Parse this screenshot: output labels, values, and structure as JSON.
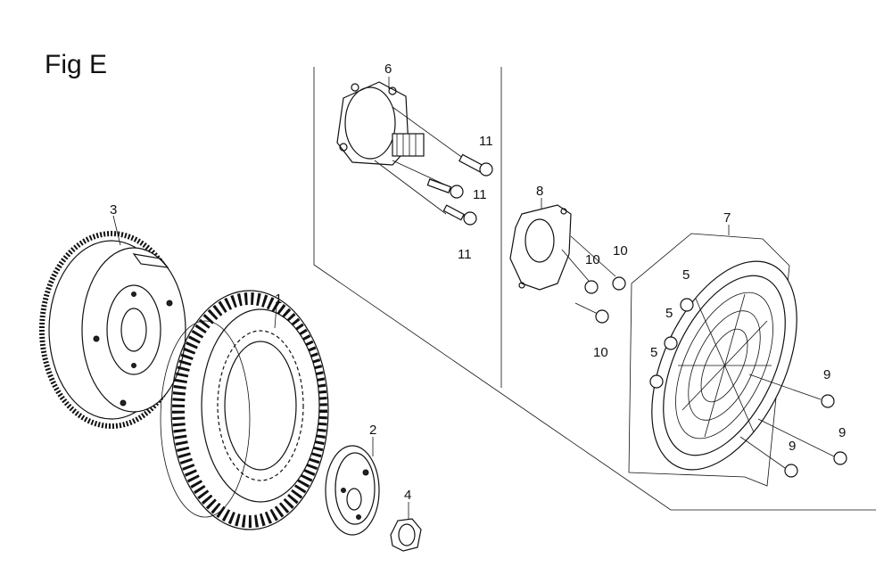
{
  "figure": {
    "title": "Fig E"
  },
  "callouts": {
    "c1": "1",
    "c2": "2",
    "c3": "3",
    "c4": "4",
    "c5a": "5",
    "c5b": "5",
    "c5c": "5",
    "c6": "6",
    "c7": "7",
    "c8": "8",
    "c9a": "9",
    "c9b": "9",
    "c9c": "9",
    "c10a": "10",
    "c10b": "10",
    "c10c": "10",
    "c11a": "11",
    "c11b": "11",
    "c11c": "11"
  }
}
